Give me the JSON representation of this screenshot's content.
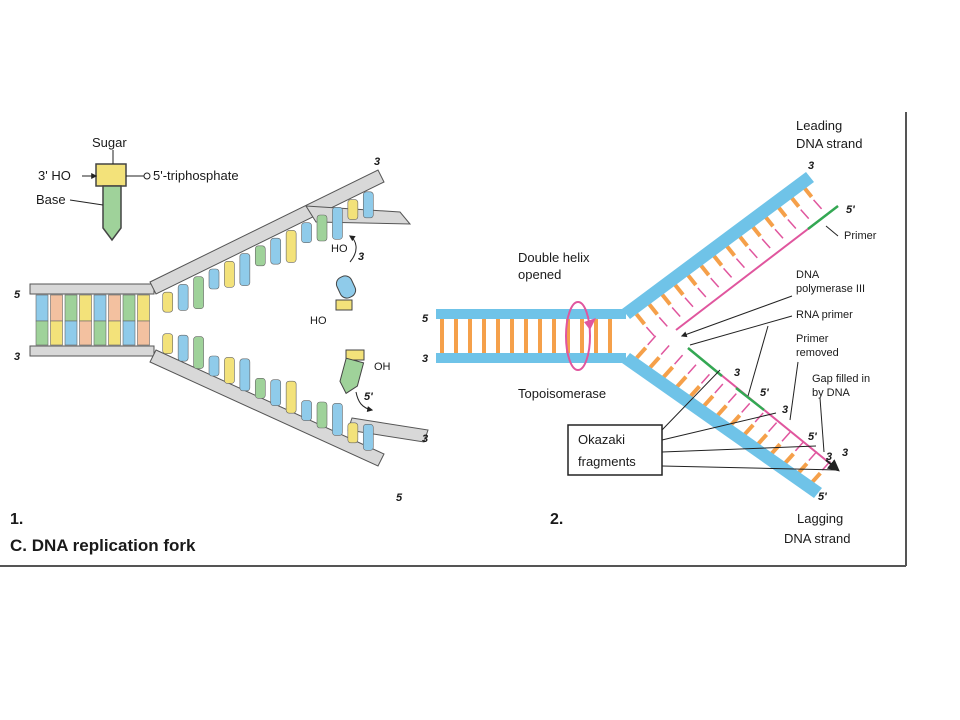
{
  "colors": {
    "backbone": "#6fc3e8",
    "base_orange": "#f5a04a",
    "new_strand": "#e0569e",
    "primer_green": "#33a853",
    "base_blue": "#8fcbea",
    "base_green": "#9fd29a",
    "base_yellow": "#f3e27a",
    "base_peach": "#f3c1a0",
    "frame": "#555555"
  },
  "panel1": {
    "number": "1.",
    "caption": "C. DNA replication fork",
    "nucleotide": {
      "sugar": "Sugar",
      "three_ho": "3' HO",
      "triphosphate": "5'-triphosphate",
      "base": "Base"
    },
    "left_5": "5",
    "left_3": "3",
    "top_3": "3",
    "bottom_3": "3",
    "bottom_5": "5",
    "upper_ho": "HO",
    "upper_3": "3",
    "mid_ho": "HO",
    "lower_oh": "OH",
    "lower_5": "5'"
  },
  "panel2": {
    "number": "2.",
    "leading": "Leading",
    "leading2": "DNA strand",
    "lagging": "Lagging",
    "lagging2": "DNA strand",
    "double_helix": "Double helix",
    "opened": "opened",
    "topoisomerase": "Topoisomerase",
    "dna_pol": "DNA",
    "dna_pol2": "polymerase III",
    "rna_primer": "RNA primer",
    "primer": "Primer",
    "primer_removed": "Primer",
    "primer_removed2": "removed",
    "gap_filled": "Gap filled in",
    "gap_filled2": "by DNA",
    "okazaki": "Okazaki",
    "okazaki2": "fragments",
    "left_5": "5",
    "left_3": "3",
    "top_3": "3",
    "top_5": "5'",
    "frag_3a": "3",
    "frag_5a": "5'",
    "frag_3b": "3",
    "frag_5b": "5'",
    "frag_3c": "3",
    "end_3": "3",
    "bottom_5": "5'"
  }
}
